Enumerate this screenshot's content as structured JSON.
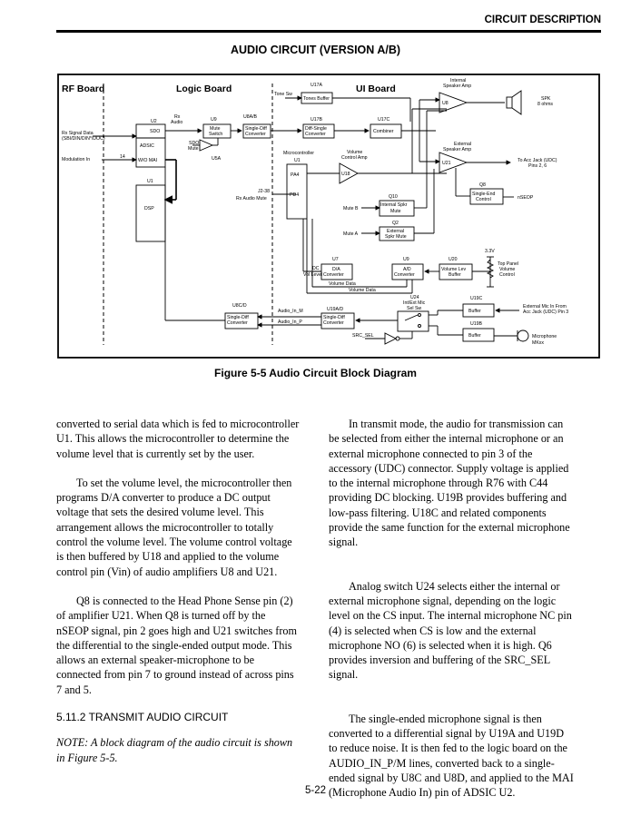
{
  "header": {
    "section": "CIRCUIT DESCRIPTION"
  },
  "page": {
    "title": "AUDIO CIRCUIT (VERSION A/B)",
    "figure_caption": "Figure 5-5   Audio Circuit Block Diagram",
    "page_number": "5-22"
  },
  "diagram": {
    "sections": {
      "rf": "RF Board",
      "logic": "Logic Board",
      "ui": "UI Board"
    },
    "labels": {
      "rx_signal": "Rx Signal Data",
      "rx_signal2": "(SBI/DIN/DIN*/DOC)",
      "modulation_in": "Modulation In",
      "u2": "U2",
      "sdo": "SDO",
      "adsic": "ADSIC",
      "wo_mai": "W/O MAI",
      "n14": "14",
      "u1": "U1",
      "dsp": "DSP",
      "rx_audio": "Rx",
      "rx_audio2": "Audio",
      "u9": "U9",
      "mute_switch": "Mute",
      "mute_switch2": "Switch",
      "sdo_mute": "SDO",
      "sdo_mute2": "Mute",
      "u5a": "U5A",
      "u8ab": "U8A/B",
      "single_diff": "Single-Diff",
      "converter": "Converter",
      "j2_38": "J2-38",
      "rx_audio_mute": "Rx Audio Mute",
      "tone_sw": "Tone Sw",
      "u17a": "U17A",
      "tones_buffer": "Tones Buffer",
      "u17b": "U17B",
      "diff_single": "Diff-Single",
      "u17c": "U17C",
      "combiner": "Combiner",
      "internal_spk": "Internal",
      "speaker_amp": "Speaker Amp",
      "u8": "U8",
      "spk": "SPK",
      "ohms": "8 ohms",
      "microcontroller": "Microcontroller",
      "pa4": "PA4",
      "pd4": "PD4",
      "volume_ctrl": "Volume",
      "control_amp": "Control Amp",
      "u18": "U18",
      "external": "External",
      "u21": "U21",
      "acc_jack": "To Acc Jack (UDC)",
      "pins_2_6": "Pins 2, 6",
      "q8": "Q8",
      "single_end": "Single-End",
      "control": "Control",
      "nseop": "nSEOP",
      "q10": "Q10",
      "mute_b": "Mute B",
      "int_spkr": "Internal Spkr",
      "mute": "Mute",
      "q2": "Q2",
      "mute_a": "Mute A",
      "ext_spkr": "External",
      "spkr_mute": "Spkr Mute",
      "v33": "3.3V",
      "u7": "U7",
      "dc": "DC",
      "vol_level": "Vol Level",
      "da": "D/A",
      "u9b": "U9",
      "ad": "A/D",
      "u20": "U20",
      "vol_lev": "Volume Lev",
      "buffer": "Buffer",
      "top_panel": "Top Panel",
      "volume": "Volume",
      "control2": "Control",
      "volume_data": "Volume Data",
      "u8cd": "U8C/D",
      "audio_in_m": "Audio_In_M",
      "audio_in_p": "Audio_In_P",
      "u19ad": "U19A/D",
      "u24": "U24",
      "int_ext_mic": "Int/Ext Mic",
      "sel_sw": "Sel Sw",
      "u19c": "U19C",
      "u19b": "U19B",
      "ext_mic": "External Mic In From",
      "ext_mic2": "Acc Jack (UDC) Pin 3",
      "src_sel": "SRC_SEL",
      "microphone": "Microphone",
      "mkxx": "MKxx"
    }
  },
  "left_column": {
    "p1": "converted to serial data which is fed to microcontroller U1. This allows the microcontroller to determine the volume level that is currently set by the user.",
    "p2": "To set the volume level, the microcontroller then programs D/A converter to produce a DC output voltage that sets the desired volume level. This arrangement allows the microcontroller to totally control the volume level. The volume control voltage is then buffered by U18 and applied to the volume control pin (Vin) of audio amplifiers U8 and U21.",
    "p3": "Q8 is connected to the Head Phone Sense pin (2) of amplifier U21. When Q8 is turned off by the nSEOP signal, pin 2 goes high and U21 switches from the differential to the single-ended output mode. This allows an external speaker-microphone to be connected from pin 7 to ground instead of across pins 7 and 5.",
    "section_heading": "5.11.2 TRANSMIT AUDIO CIRCUIT",
    "note": "NOTE: A block diagram of the audio circuit is shown in Figure 5-5."
  },
  "right_column": {
    "p1": "In transmit mode, the audio for transmission can be selected from either the internal microphone or an external microphone connected to pin 3 of the accessory (UDC) connector. Supply voltage is applied to the internal microphone through R76 with C44 providing DC blocking. U19B provides buffering and low-pass filtering. U18C and related components provide the same function for the external microphone signal.",
    "p2": "Analog switch U24 selects either the internal or external microphone signal, depending on the logic level on the CS input. The internal microphone NC pin (4) is selected when CS is low and the external microphone NO (6) is selected when it is high. Q6 provides inversion and buffering of the SRC_SEL signal.",
    "p3": "The single-ended microphone signal is then converted to a differential signal by U19A and U19D to reduce noise. It is then fed to the logic board on the AUDIO_IN_P/M lines, converted back to a single-ended signal by U8C and U8D, and applied to the MAI (Microphone Audio In) pin of ADSIC U2."
  }
}
